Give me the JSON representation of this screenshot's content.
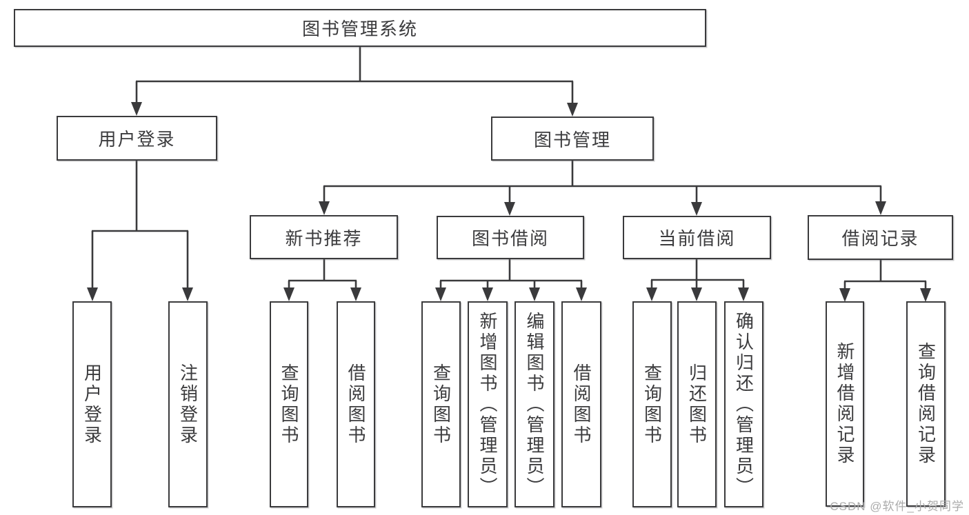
{
  "diagram": {
    "root": {
      "label": "图书管理系统"
    },
    "level2": [
      {
        "label": "用户登录"
      },
      {
        "label": "图书管理"
      }
    ],
    "level3": [
      {
        "label": "新书推荐"
      },
      {
        "label": "图书借阅"
      },
      {
        "label": "当前借阅"
      },
      {
        "label": "借阅记录"
      }
    ],
    "leaves": [
      {
        "label": "用户登录",
        "parent": "用户登录"
      },
      {
        "label": "注销登录",
        "parent": "用户登录"
      },
      {
        "label": "查询图书",
        "parent": "新书推荐"
      },
      {
        "label": "借阅图书",
        "parent": "新书推荐"
      },
      {
        "label": "查询图书",
        "parent": "图书借阅"
      },
      {
        "label": "新增图书（管理员）",
        "parent": "图书借阅"
      },
      {
        "label": "编辑图书（管理员）",
        "parent": "图书借阅"
      },
      {
        "label": "借阅图书",
        "parent": "图书借阅"
      },
      {
        "label": "查询图书",
        "parent": "当前借阅"
      },
      {
        "label": "归还图书",
        "parent": "当前借阅"
      },
      {
        "label": "确认归还（管理员）",
        "parent": "当前借阅"
      },
      {
        "label": "新增借阅记录",
        "parent": "借阅记录"
      },
      {
        "label": "查询借阅记录",
        "parent": "借阅记录"
      }
    ]
  },
  "watermark": "CSDN @软件_小贺同学",
  "colors": {
    "line": "#3a3a3c",
    "text": "#3b3b3d",
    "background": "#ffffff",
    "watermark": "#ababab"
  }
}
